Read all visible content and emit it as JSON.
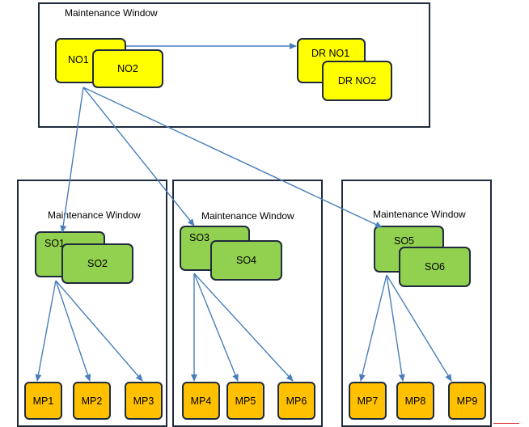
{
  "top_window": {
    "title": "Maintenance Window",
    "nodes": [
      "NO1",
      "NO2",
      "DR NO1",
      "DR NO2"
    ]
  },
  "windows": [
    {
      "title": "Maintenance Window",
      "so_nodes": [
        "SO1",
        "SO2"
      ],
      "mp_nodes": [
        "MP1",
        "MP2",
        "MP3"
      ]
    },
    {
      "title": "Maintenance Window",
      "so_nodes": [
        "SO3",
        "SO4"
      ],
      "mp_nodes": [
        "MP4",
        "MP5",
        "MP6"
      ]
    },
    {
      "title": "Maintenance Window",
      "so_nodes": [
        "SO5",
        "SO6"
      ],
      "mp_nodes": [
        "MP7",
        "MP8",
        "MP9"
      ]
    }
  ],
  "colors": {
    "no_fill": "#ffff00",
    "so_fill": "#92d050",
    "mp_fill": "#ffc000",
    "arrow": "#4a7ebb",
    "border": "#1f2a3d"
  }
}
